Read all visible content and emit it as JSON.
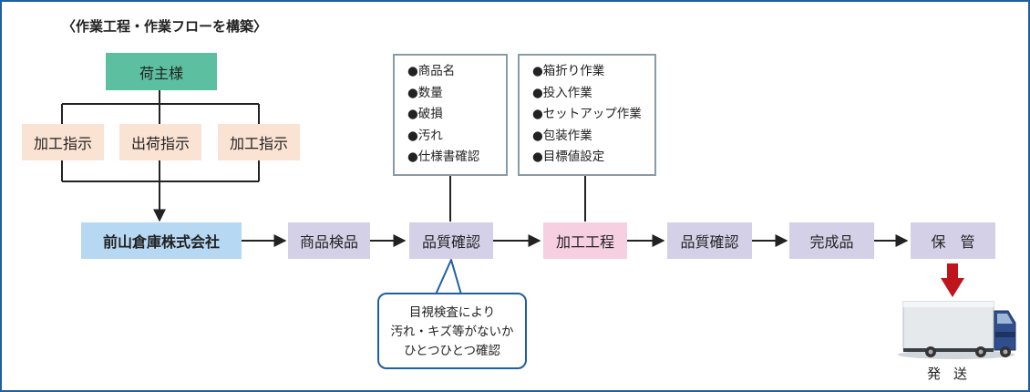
{
  "title": "〈作業工程・作業フローを構築〉",
  "shipper": "荷主様",
  "instructions": [
    "加工指示",
    "出荷指示",
    "加工指示"
  ],
  "flow": [
    "前山倉庫株式会社",
    "商品検品",
    "品質確認",
    "加工工程",
    "品質確認",
    "完成品",
    "保　管"
  ],
  "inspection_items": [
    "●商品名",
    "●数量",
    "●破損",
    "●汚れ",
    "●仕様書確認"
  ],
  "process_items": [
    "●箱折り作業",
    "●投入作業",
    "●セットアップ作業",
    "●包装作業",
    "●目標値設定"
  ],
  "callout_lines": [
    "目視検査により",
    "汚れ・キズ等がないか",
    "ひとつひとつ確認"
  ],
  "shipping_label": "発送",
  "colors": {
    "frame": "#1f5fa3",
    "shipper": "#5cbf9f",
    "instruction": "#fbe3d4",
    "company": "#b7d8f2",
    "step": "#d4d0e8",
    "process": "#f6d0e0",
    "down_arrow": "#c0141c"
  }
}
